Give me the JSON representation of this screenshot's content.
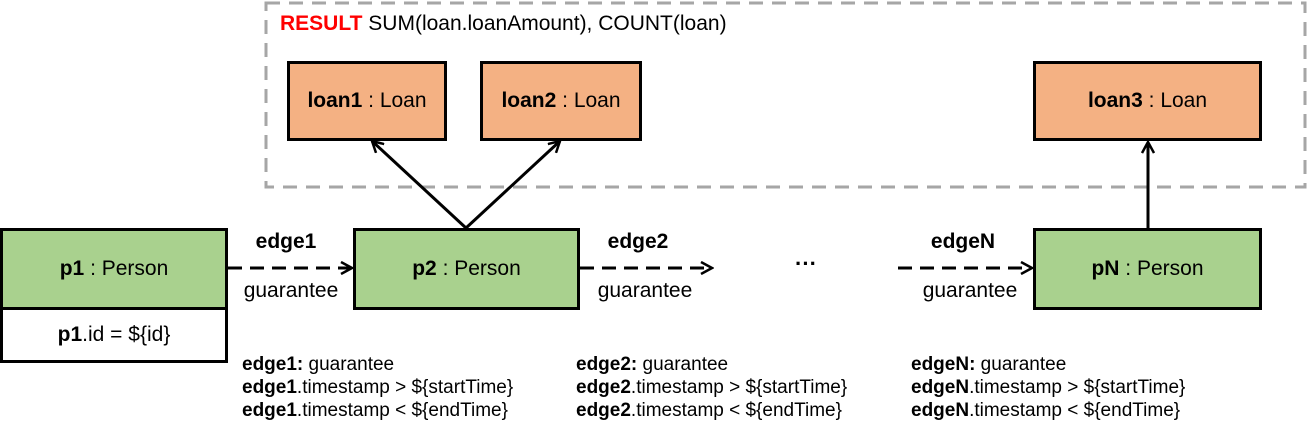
{
  "result": {
    "keyword": "RESULT",
    "expression": "SUM(loan.loanAmount), COUNT(loan)"
  },
  "nodes": {
    "p1": {
      "name": "p1",
      "type": " : Person"
    },
    "p2": {
      "name": "p2",
      "type": " : Person"
    },
    "pN": {
      "name": "pN",
      "type": " : Person"
    },
    "loan1": {
      "name": "loan1",
      "type": " : Loan"
    },
    "loan2": {
      "name": "loan2",
      "type": " : Loan"
    },
    "loan3": {
      "name": "loan3",
      "type": " : Loan"
    }
  },
  "p1_condition": {
    "var": "p1",
    "rest": ".id = ${id}"
  },
  "edges": {
    "edge1": {
      "name": "edge1",
      "type": "guarantee"
    },
    "edge2": {
      "name": "edge2",
      "type": "guarantee"
    },
    "edgeN": {
      "name": "edgeN",
      "type": "guarantee"
    }
  },
  "ellipsis": "···",
  "conditions": {
    "edge1": [
      {
        "bold": "edge1:",
        "text": " guarantee"
      },
      {
        "bold": "edge1",
        "text": ".timestamp > ${startTime}"
      },
      {
        "bold": "edge1",
        "text": ".timestamp < ${endTime}"
      }
    ],
    "edge2": [
      {
        "bold": "edge2:",
        "text": " guarantee"
      },
      {
        "bold": "edge2",
        "text": ".timestamp > ${startTime}"
      },
      {
        "bold": "edge2",
        "text": ".timestamp < ${endTime}"
      }
    ],
    "edgeN": [
      {
        "bold": "edgeN:",
        "text": " guarantee"
      },
      {
        "bold": "edgeN",
        "text": ".timestamp > ${startTime}"
      },
      {
        "bold": "edgeN",
        "text": ".timestamp < ${endTime}"
      }
    ]
  },
  "colors": {
    "person": "#a9d18e",
    "loan": "#f4b183",
    "result_keyword": "#ff0000",
    "dashed_box": "#a6a6a6"
  }
}
